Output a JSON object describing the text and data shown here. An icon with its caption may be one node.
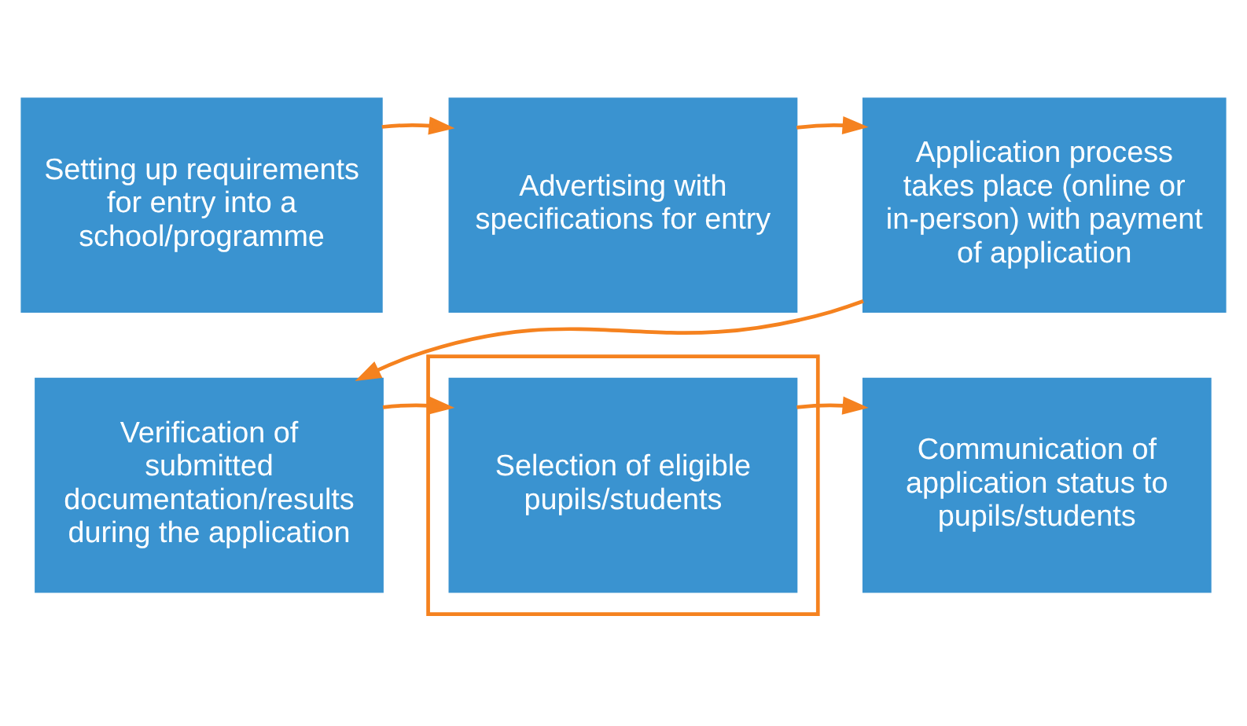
{
  "diagram": {
    "nodes": [
      {
        "text": [
          "Setting up requirements for entry into a school/programme"
        ]
      },
      {
        "text": [
          "Advertising with specifications for entry"
        ]
      },
      {
        "text": [
          "Application process takes place (online or in-person) with payment of application"
        ]
      },
      {
        "text": [
          "Verification of submitted documentation/results during the application"
        ]
      },
      {
        "text": [],
        "shape": "box"
      },
      {
        "text": [
          "Selection of eligible pupils/students"
        ],
        "in": 4
      },
      {
        "text": [
          "Communication of application status to pupils/students"
        ]
      }
    ],
    "edges": [
      {
        "from": 0,
        "to": 1,
        "arrow": "to",
        "color": "#f5821f"
      },
      {
        "from": 1,
        "to": 2,
        "arrow": "to",
        "color": "#f5821f"
      },
      {
        "from": 2,
        "to": 3,
        "arrow": "to",
        "color": "#f5821f"
      },
      {
        "from": 3,
        "to": 5,
        "arrow": "to",
        "color": "#f5821f"
      },
      {
        "from": 5,
        "to": 6,
        "arrow": "to",
        "color": "#f5821f"
      }
    ]
  }
}
